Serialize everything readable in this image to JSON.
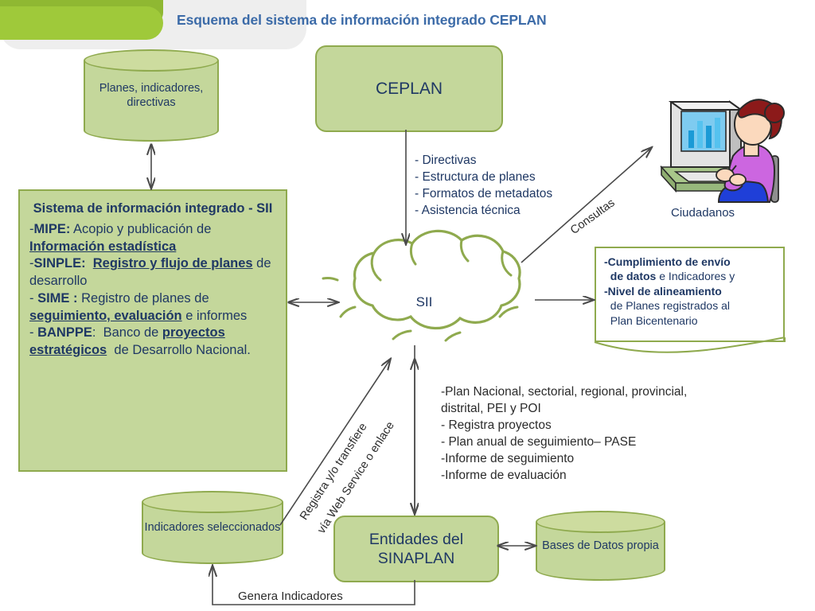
{
  "title": "Esquema del sistema de información integrado CEPLAN",
  "colors": {
    "fill_green": "#c4d79b",
    "stroke_green": "#8faa4e",
    "banner_green": "#9fc93a",
    "banner_dark_green": "#8fb832",
    "title_blue": "#3c6ba8",
    "text_navy": "#1f3864",
    "arrow_gray": "#595959"
  },
  "nodes": {
    "repositorio": {
      "name": "planes-indicadores-directivas",
      "label": "Planes,\nindicadores,\ndirectivas",
      "shape": "cylinder"
    },
    "ceplan": {
      "name": "ceplan",
      "label": "CEPLAN",
      "shape": "rounded-box"
    },
    "sii_cloud": {
      "name": "sii-cloud",
      "label": "SII",
      "shape": "cloud"
    },
    "entidades": {
      "name": "entidades-sinaplan",
      "label": "Entidades del\nSINAPLAN",
      "shape": "rounded-box"
    },
    "bases_datos": {
      "name": "bases-de-datos-propia",
      "label": "Bases de Datos\npropia",
      "shape": "cylinder"
    },
    "indicadores": {
      "name": "indicadores-seleccionados",
      "label": "Indicadores\nseleccionados",
      "shape": "cylinder"
    },
    "ciudadanos": {
      "name": "ciudadanos",
      "label": "Ciudadanos",
      "shape": "clip-art"
    }
  },
  "sii_panel": {
    "heading": "Sistema de información integrado - SII",
    "lines": [
      {
        "prefix": "-",
        "bold": "MIPE:",
        "rest": " Acopio y publicación de ",
        "underline": "Información estadística"
      },
      {
        "prefix": "-",
        "bold": "SINPLE:",
        "rest": "  ",
        "underline": "Registro y flujo de planes",
        "tail": " de desarrollo"
      },
      {
        "prefix": "- ",
        "bold": "SIME :",
        "rest": " Registro de planes de ",
        "underline": "seguimiento, evaluación",
        "tail": " e informes"
      },
      {
        "prefix": "- ",
        "bold": "BANPPE",
        "rest": ":  Banco de ",
        "underline": "proyectos estratégicos",
        "tail": "  de Desarrollo Nacional."
      }
    ]
  },
  "ceplan_outputs": {
    "name": "ceplan-outputs-list",
    "text": "- Directivas\n- Estructura de planes\n- Formatos de metadatos\n- Asistencia técnica"
  },
  "entidades_outputs": {
    "name": "entidades-outputs-list",
    "text": "-Plan Nacional, sectorial, regional, provincial,\ndistrital, PEI y  POI\n- Registra proyectos\n- Plan anual de seguimiento– PASE\n-Informe de seguimiento\n-Informe de evaluación"
  },
  "callout": {
    "name": "indicadores-callout",
    "line1_bold": "-Cumplimiento de envío de datos",
    "line1_rest": " e Indicadores y",
    "line2_bold": "-Nivel de alineamiento",
    "line2_rest": " de Planes registrados al Plan Bicentenario"
  },
  "edge_labels": {
    "consultas": "Consultas",
    "registra_line1": "Registra y/o transfiere",
    "registra_line2": "vía Web Service o enlace",
    "genera_indicadores": "Genera Indicadores"
  }
}
